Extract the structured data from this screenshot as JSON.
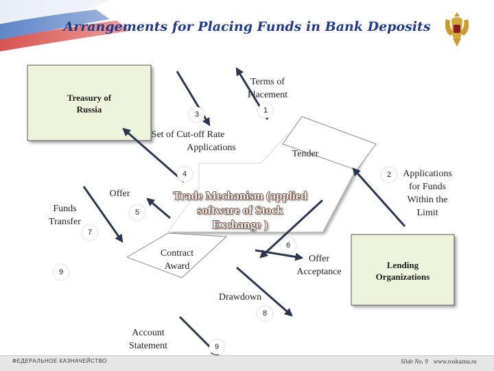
{
  "slide": {
    "title": "Arrangements for Placing Funds in Bank Deposits",
    "number_text": "Slide No. 9",
    "site": "www.roskazna.ru",
    "footer_logo": "ФЕДЕРАЛЬНОЕ КАЗНАЧЕЙСТВО"
  },
  "diagram": {
    "treasury": "Treasury of Russia",
    "lending": "Lending Organizations",
    "mechanism": "Trade Mechanism (applied software of Stock Exchange )",
    "labels": {
      "terms": "Terms of Placement",
      "tender": "Tender",
      "set_cutoff": "Set of Cut-off Rate",
      "applications_small": "Applications",
      "applications_funds": "Applications for Funds Within the Limit",
      "offer": "Offer",
      "funds_transfer": "Funds Transfer",
      "contract_award": "Contract Award",
      "offer_acceptance": "Offer Acceptance",
      "drawdown": "Drawdown",
      "account_statement": "Account Statement"
    },
    "steps": [
      "1",
      "2",
      "3",
      "4",
      "5",
      "6",
      "7",
      "8",
      "9",
      "9"
    ]
  },
  "colors": {
    "title": "#1f3a8a",
    "box_fill": "#eef3dc",
    "arrow": "#2a3650"
  }
}
